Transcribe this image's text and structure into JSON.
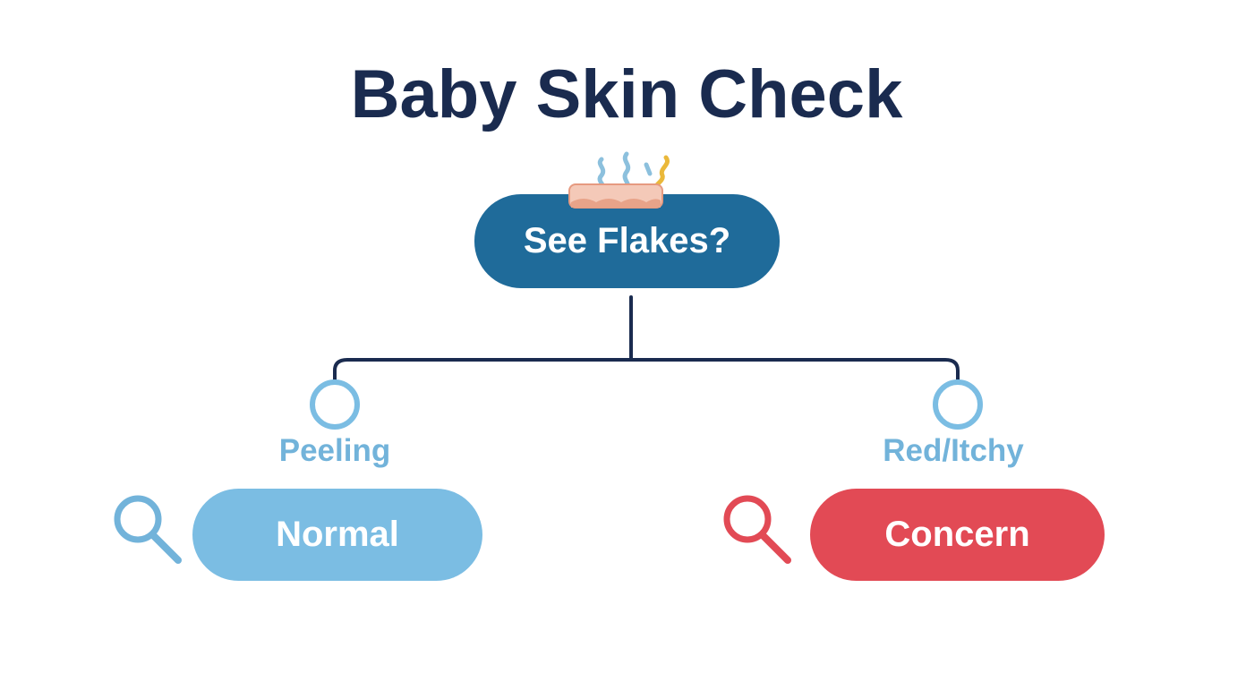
{
  "title": "Baby Skin Check",
  "root": {
    "label": "See Flakes?",
    "icon": "skin-flakes-icon",
    "color": "#1f6b9a"
  },
  "branches": [
    {
      "condition": "Peeling",
      "outcome": "Normal",
      "outcome_color": "#7bbde3",
      "icon": "magnifier-icon",
      "icon_color": "#72b3da"
    },
    {
      "condition": "Red/Itchy",
      "outcome": "Concern",
      "outcome_color": "#e24a55",
      "icon": "magnifier-icon",
      "icon_color": "#e24a55"
    }
  ],
  "colors": {
    "title": "#1a2b4f",
    "connector": "#1a2b4f",
    "branch_node": "#7bbde3",
    "skin_fill": "#f4c9b8",
    "skin_stroke": "#e69a80",
    "wave_blue": "#8cc0dd",
    "wave_yellow": "#eab83a"
  }
}
